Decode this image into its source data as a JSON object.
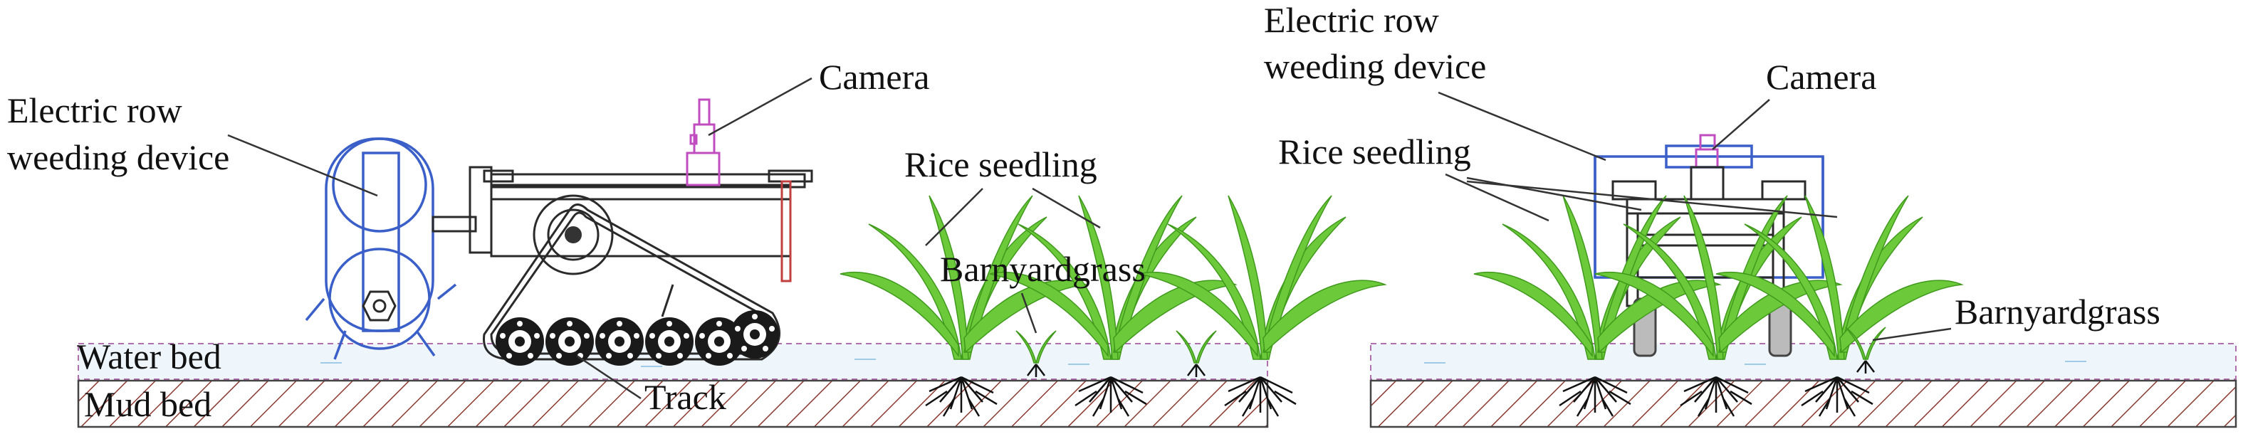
{
  "left_panel": {
    "labels": {
      "electric_row_weeding_device_line1": "Electric row",
      "electric_row_weeding_device_line2": "weeding device",
      "camera": "Camera",
      "rice_seedling": "Rice seedling",
      "barnyardgrass": "Barnyardgrass",
      "water_bed": "Water bed",
      "mud_bed": "Mud bed",
      "track": "Track"
    }
  },
  "right_panel": {
    "labels": {
      "electric_row_weeding_device_line1": "Electric row",
      "electric_row_weeding_device_line2": "weeding device",
      "camera": "Camera",
      "rice_seedling": "Rice seedling",
      "barnyardgrass": "Barnyardgrass"
    }
  },
  "colors": {
    "frame_blue": "#3a5fc8",
    "camera_pink": "#c04cc0",
    "leaf_green": "#6cc93a",
    "water": "#eef6fb"
  }
}
